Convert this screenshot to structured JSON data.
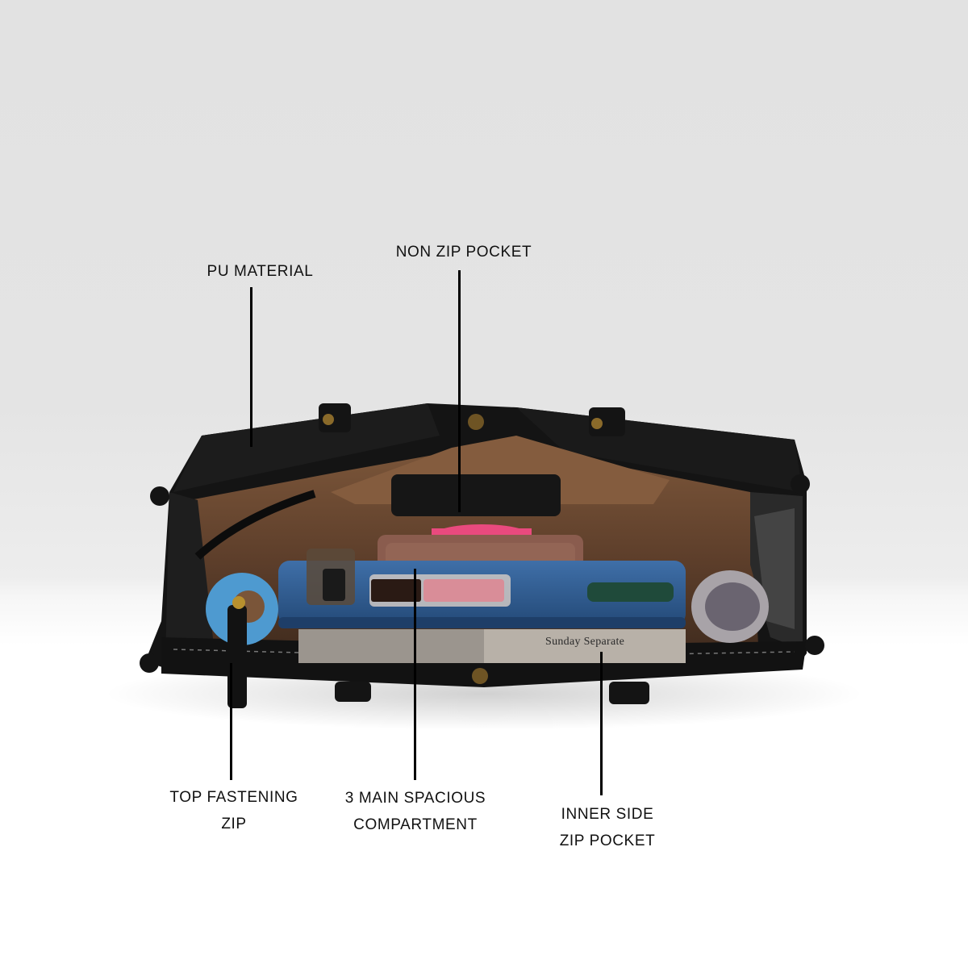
{
  "callouts": {
    "pu_material": "PU MATERIAL",
    "non_zip_pocket": "NON ZIP POCKET",
    "top_fastening_zip": [
      "TOP FASTENING",
      "ZIP"
    ],
    "main_compartment": [
      "3 MAIN SPACIOUS",
      "COMPARTMENT"
    ],
    "inner_side_zip_pocket": [
      "INNER SIDE",
      "ZIP POCKET"
    ]
  },
  "photo": {
    "book_cover_text": "Sunday Separate",
    "bag_color": "#111111",
    "lining_color": "#6b4a33"
  }
}
